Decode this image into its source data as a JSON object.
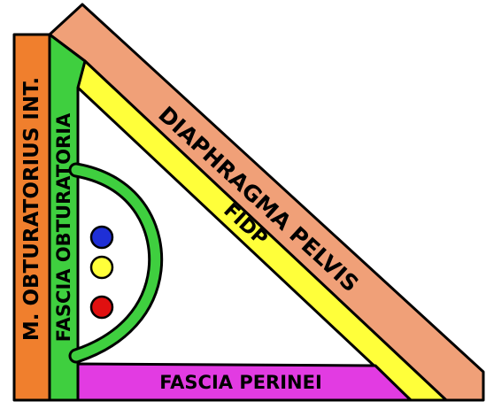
{
  "labels": {
    "obturator_internus": "M. OBTURATORIUS INT.",
    "obturator_fascia": "FASCIA OBTURATORIA",
    "pelvic_diaphragm": "DIAPHRAGMA PELVIS",
    "fidp": "FIDP",
    "perineal_fascia": "FASCIA PERINEI"
  },
  "colors": {
    "obturator_internus": "#f07f2d",
    "obturator_fascia": "#3fcf3f",
    "pelvic_diaphragm": "#f0a078",
    "fidp": "#ffff3a",
    "perineal_fascia": "#e23be2",
    "canal_arc": "#3fcf3f",
    "vessel_blue": "#1f2fd6",
    "vessel_yellow": "#ffff3a",
    "vessel_red": "#e01010",
    "outline": "#000000"
  },
  "vessels": [
    "blue",
    "yellow",
    "red"
  ]
}
